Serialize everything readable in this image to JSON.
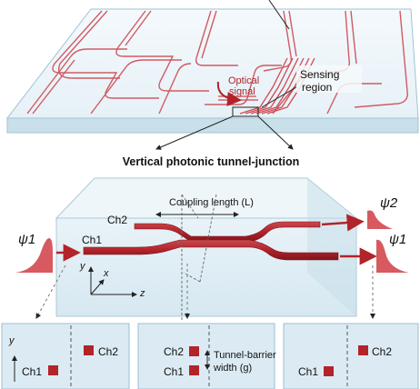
{
  "top": {
    "optical_signal_line1": "Optical",
    "optical_signal_line2": "signal",
    "sensing_region_line1": "Sensing",
    "sensing_region_line2": "region"
  },
  "section_title": "Vertical photonic tunnel-junction",
  "middle": {
    "coupling_length": "Coupling length (L)",
    "ch2": "Ch2",
    "ch1": "Ch1",
    "psi1_in": "ψ1",
    "psi2_out": "ψ2",
    "psi1_out": "ψ1",
    "axis_y": "y",
    "axis_x": "x",
    "axis_z": "z"
  },
  "cross_sections": {
    "panel1": {
      "axis_y": "y",
      "ch1": "Ch1",
      "ch2": "Ch2"
    },
    "panel2": {
      "ch2": "Ch2",
      "ch1": "Ch1",
      "barrier_line1": "Tunnel-barrier",
      "barrier_line2": "width (g)"
    },
    "panel3": {
      "ch1": "Ch1",
      "ch2": "Ch2"
    }
  },
  "colors": {
    "waveguide": "#b3232a",
    "waveguide_dark": "#8e1a20",
    "glass_top": "#eef6fa",
    "glass_side": "#cfe4ee",
    "panel_bg": "#dcebf3"
  }
}
